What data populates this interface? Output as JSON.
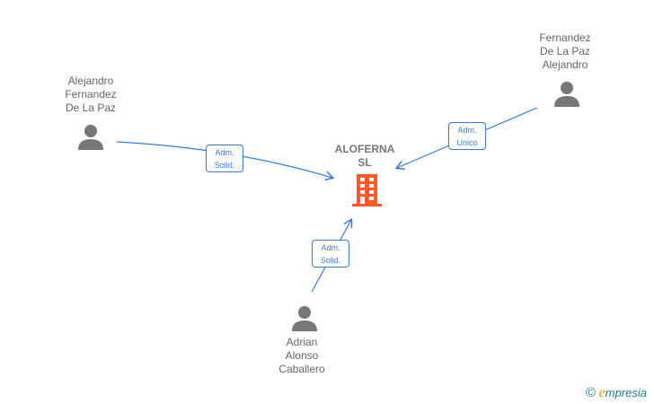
{
  "colors": {
    "edge": "#3a7bd5",
    "company": "#ff5a2a",
    "person": "#777777"
  },
  "company": {
    "name_line1": "ALOFERNA",
    "name_line2": "SL",
    "icon": "building-icon"
  },
  "persons": [
    {
      "lines": [
        "Alejandro",
        "Fernandez",
        "De La Paz"
      ],
      "icon": "person-icon"
    },
    {
      "lines": [
        "Fernandez",
        "De La Paz",
        "Alejandro"
      ],
      "icon": "person-icon"
    },
    {
      "lines": [
        "Adrian",
        "Alonso",
        "Caballero"
      ],
      "icon": "person-icon"
    }
  ],
  "roles": [
    {
      "line1": "Adm.",
      "line2": "Solid."
    },
    {
      "line1": "Adm.",
      "line2": "Unico"
    },
    {
      "line1": "Adm.",
      "line2": "Solid."
    }
  ],
  "footer": {
    "copyright": "©",
    "brand_first": "e",
    "brand_rest": "mpresia"
  }
}
